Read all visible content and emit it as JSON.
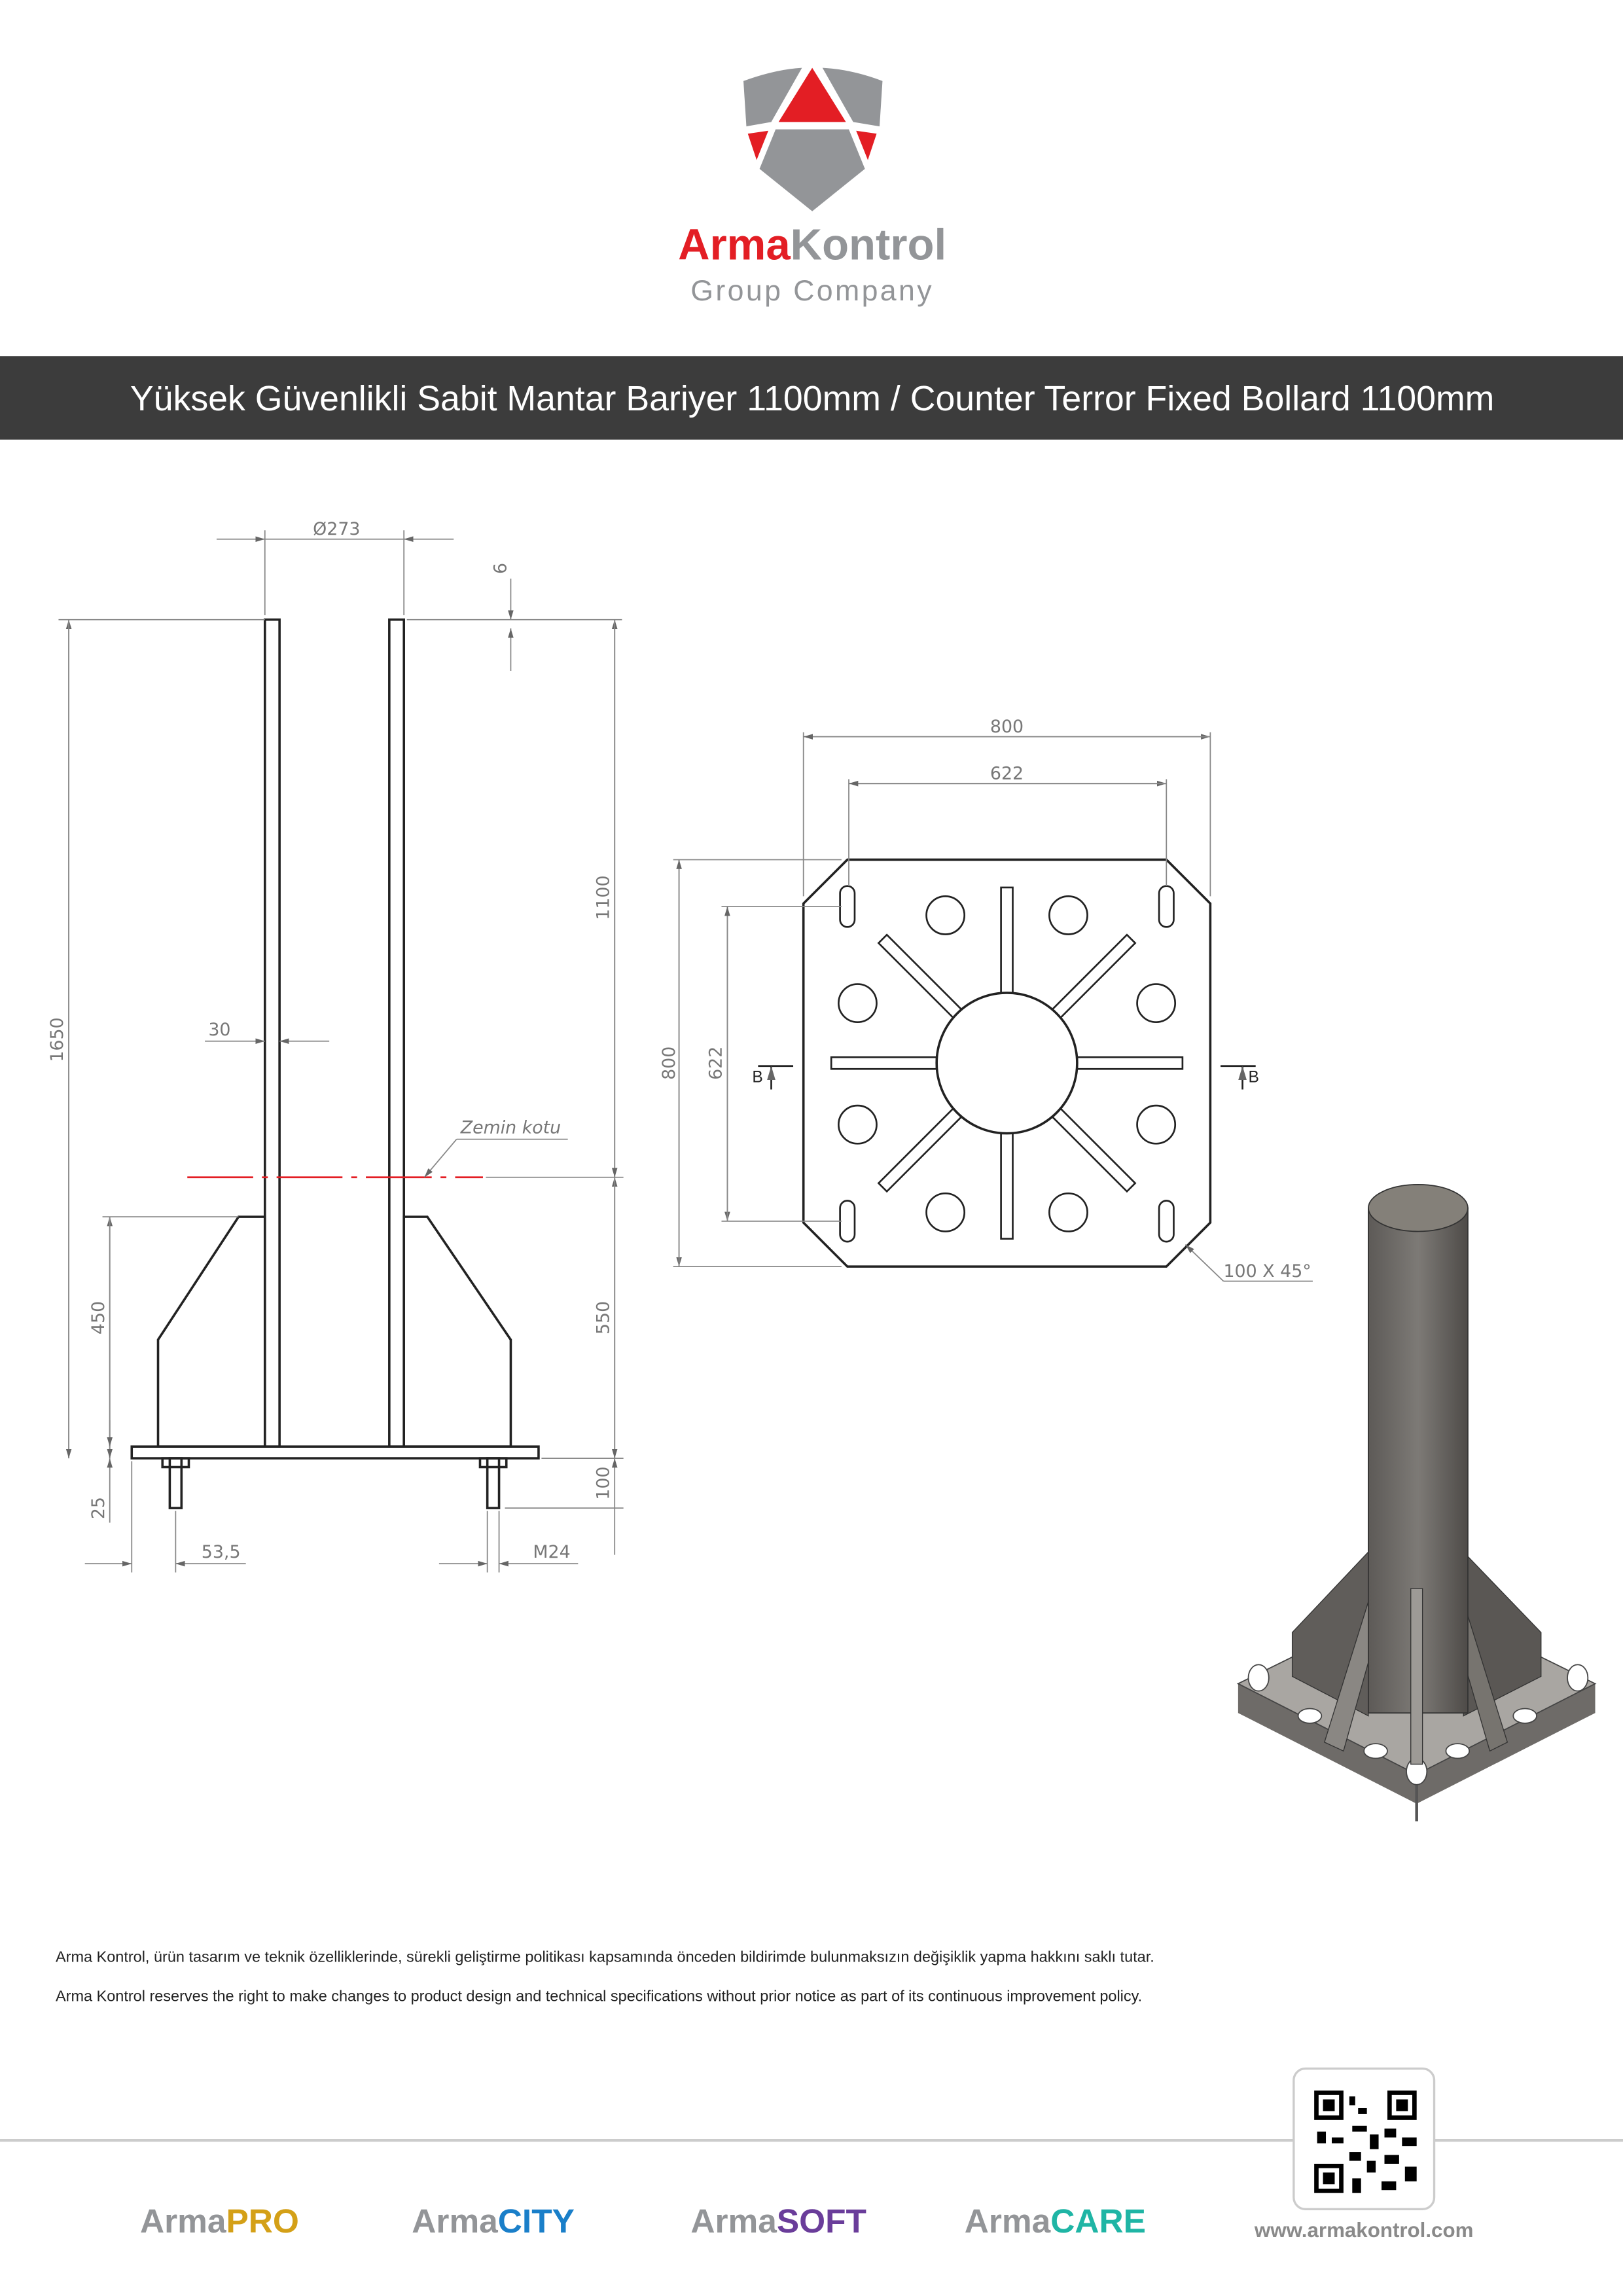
{
  "logo": {
    "brand_red": "Arma",
    "brand_grey": "Kontrol",
    "tagline": "Group Company",
    "colors": {
      "red": "#e31e24",
      "grey": "#939598"
    }
  },
  "header": {
    "title": "Yüksek Güvenlikli Sabit Mantar Bariyer 1100mm / Counter Terror Fixed Bollard 1100mm",
    "background": "#3c3c3c"
  },
  "section_view": {
    "dims": {
      "diameter": "Ø273",
      "wall_top": "6",
      "total_height": "1650",
      "above_ground": "1100",
      "below_ground": "550",
      "bolt_length": "100",
      "foundation_height": "450",
      "plate_thickness": "25",
      "wall": "30",
      "edge_offset": "53,5",
      "bolt_size": "M24"
    },
    "ground_label": "Zemin kotu"
  },
  "plan_view": {
    "dims": {
      "width_outer": "800",
      "width_inner": "622",
      "height_outer": "800",
      "height_inner": "622",
      "chamfer": "100 X 45°"
    },
    "section_marker": "B"
  },
  "disclaimer": {
    "tr": "Arma Kontrol, ürün tasarım ve teknik özelliklerinde, sürekli geliştirme politikası kapsamında önceden bildirimde bulunmaksızın değişiklik yapma hakkını saklı tutar.",
    "en": "Arma Kontrol reserves the right to make changes to product design and technical specifications without prior notice as part of its continuous improvement policy."
  },
  "footer": {
    "brands": [
      {
        "prefix": "Arma",
        "suffix": "PRO",
        "color": "#d4a017"
      },
      {
        "prefix": "Arma",
        "suffix": "CITY",
        "color": "#1a7fc9"
      },
      {
        "prefix": "Arma",
        "suffix": "SOFT",
        "color": "#6a3d9a"
      },
      {
        "prefix": "Arma",
        "suffix": "CARE",
        "color": "#1fb5a5"
      }
    ],
    "website": "www.armakontrol.com"
  }
}
